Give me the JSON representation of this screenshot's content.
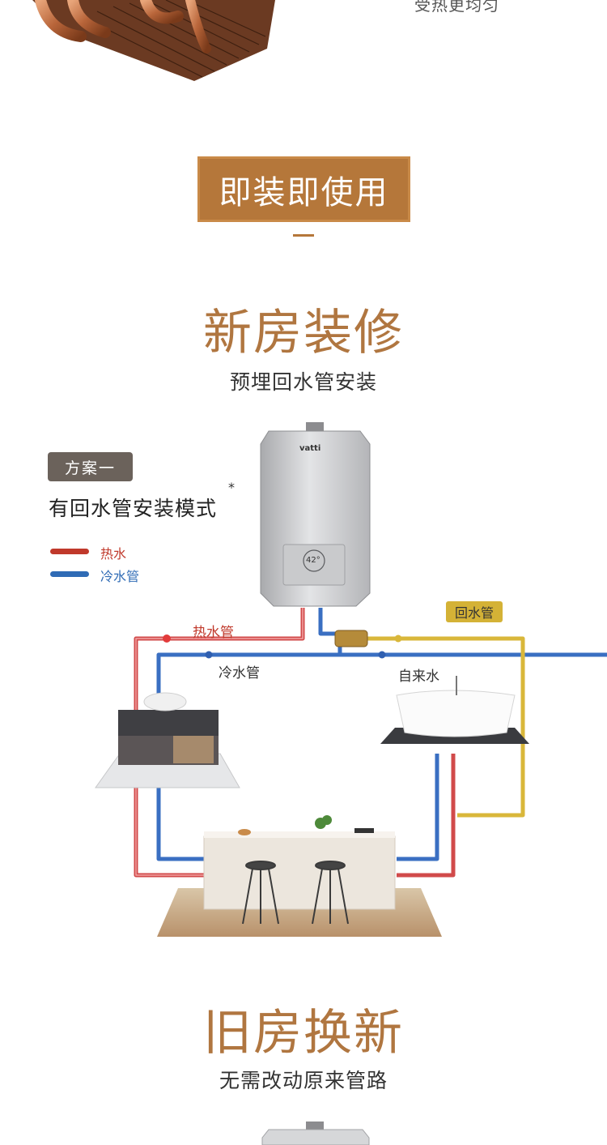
{
  "top": {
    "caption": "受热更均匀"
  },
  "banner": {
    "label": "即装即使用"
  },
  "section_new": {
    "title": "新房装修",
    "subtitle": "预埋回水管安装"
  },
  "plan": {
    "badge": "方案一",
    "mode": "有回水管安装模式",
    "asterisk": "*"
  },
  "legend": {
    "hot_label": "热水",
    "cold_label": "冷水管",
    "hot_color": "#c0392b",
    "cold_color": "#2f6bb5"
  },
  "heater": {
    "brand": "vatti",
    "display_temp": "42°"
  },
  "pipes": {
    "hot_pipe": "热水管",
    "cold_pipe": "冷水管",
    "return_pipe": "回水管",
    "tap_water": "自来水",
    "return_color": "#d4b236"
  },
  "section_old": {
    "title": "旧房换新",
    "subtitle": "无需改动原来管路"
  }
}
